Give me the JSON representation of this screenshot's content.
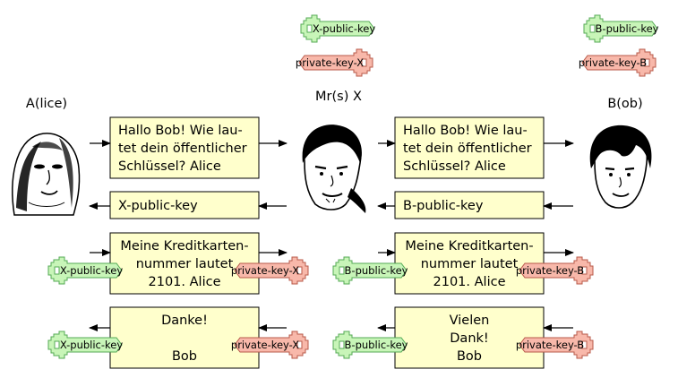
{
  "colors": {
    "message_fill": "#ffffcc",
    "public_key_fill": "#c8f5b8",
    "public_key_stroke": "#55aa55",
    "private_key_fill": "#f8b8aa",
    "private_key_stroke": "#b85a4a"
  },
  "icons": {
    "alice": "woman-face-icon",
    "mrx": "man-face-icon",
    "bob": "man-face-icon",
    "public_key": "key-icon",
    "private_key": "key-icon"
  },
  "participants": {
    "alice": "A(lice)",
    "mrx": "Mr(s) X",
    "bob": "B(ob)"
  },
  "keys": {
    "x_public": "X-public-key",
    "x_private": "private-key-X",
    "b_public": "B-public-key",
    "b_private": "private-key-B"
  },
  "messages": {
    "left_1": [
      "Hallo Bob! Wie lau-",
      "tet dein öffentlicher",
      "Schlüssel? Alice"
    ],
    "right_1": [
      "Hallo Bob! Wie lau-",
      "tet dein öffentlicher",
      "Schlüssel? Alice"
    ],
    "left_2": [
      "X-public-key"
    ],
    "right_2": [
      "B-public-key"
    ],
    "left_3": [
      "Meine Kreditkarten-",
      "nummer lautet",
      "2101. Alice"
    ],
    "right_3": [
      "Meine Kreditkarten-",
      "nummer lautet",
      "2101. Alice"
    ],
    "left_4": [
      "Danke!",
      "",
      "Bob"
    ],
    "right_4": [
      "Vielen",
      "Dank!",
      "Bob"
    ]
  }
}
